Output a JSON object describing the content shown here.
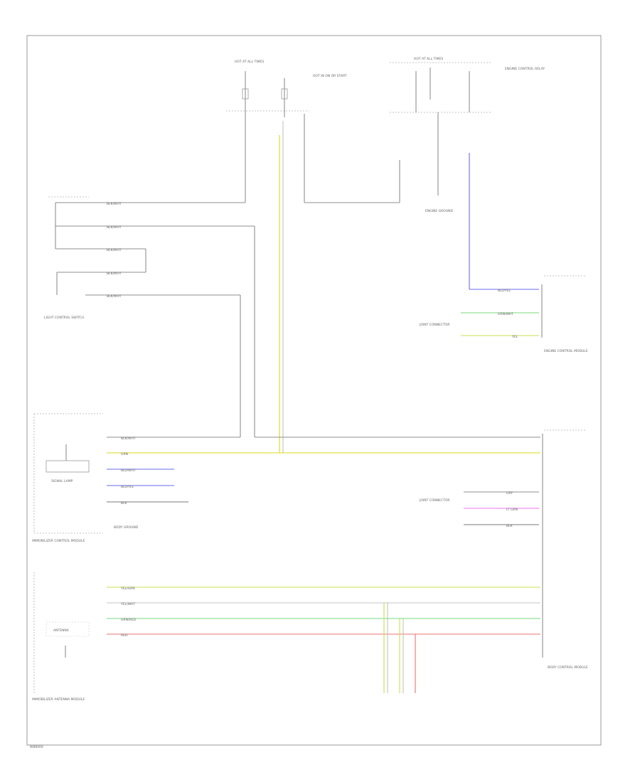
{
  "diagram": {
    "footer_code": "W86000",
    "colors": {
      "wire_gray": "#8f8f8f",
      "wire_yellow": "#d8d81a",
      "wire_yellow_green": "#c8e050",
      "wire_green": "#78d878",
      "wire_red": "#f07070",
      "wire_blue": "#6a6af0",
      "wire_pink": "#f070f0"
    },
    "labels": {
      "fuse_top_1": "HOT AT ALL TIMES",
      "fuse_top_2": "HOT IN ON OR START",
      "fuse_top_3": "HOT AT ALL TIMES",
      "relay": "ENGINE CONTROL RELAY",
      "ground_top": "ENGINE GROUND",
      "switch_left": "LIGHT CONTROL SWITCH",
      "ecm_right": "ENGINE CONTROL MODULE",
      "joint_connector_1": "JOINT CONNECTOR",
      "immobilizer_top": "IMMOBILIZER CONTROL MODULE",
      "immobilizer_bottom": "IMMOBILIZER ANTENNA MODULE",
      "body_ground": "BODY GROUND",
      "joint_connector_2": "JOINT CONNECTOR",
      "body_control_module": "BODY CONTROL MODULE",
      "signal_box": "SIGNAL LAMP",
      "antenna_box": "ANTENNA"
    },
    "wire_labels": {
      "w1": "BLK/WHT",
      "w2": "BLK/WHT",
      "w3": "BLK/WHT",
      "w4": "BLK/WHT",
      "w5": "BLK/WHT",
      "imm_1": "BLK/WHT",
      "imm_2": "GRN",
      "imm_3": "BLU/WHT",
      "imm_4": "BLU/YEL",
      "imm_5": "BLK",
      "ant_1": "YEL/GRN",
      "ant_2": "YEL/WHT",
      "ant_3": "GRN/RED",
      "ant_4": "RED",
      "ecm_1": "BLU/YEL",
      "ecm_2": "GRN/WHT",
      "ecm_3": "YEL",
      "bcm_1": "GRY",
      "bcm_2": "LT GRN",
      "bcm_3": "BLK"
    }
  }
}
